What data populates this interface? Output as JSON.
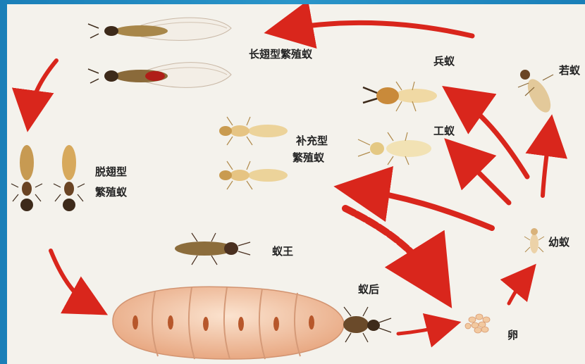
{
  "labels": {
    "alate": "长翅型繁殖蚁",
    "soldier": "兵蚁",
    "nymph": "若蚁",
    "worker": "工蚁",
    "supplementary_line1": "补充型",
    "supplementary_line2": "繁殖蚁",
    "dealate_line1": "脱翅型",
    "dealate_line2": "繁殖蚁",
    "king": "蚁王",
    "queen": "蚁后",
    "larva": "幼蚁",
    "egg": "卵"
  },
  "colors": {
    "frame": "#1a7fb8",
    "background": "#f4f2ec",
    "arrow": "#d9261c",
    "queen_body": "#f3c7a8",
    "termite_pale": "#efd7a0",
    "termite_dark": "#5a3a22"
  }
}
